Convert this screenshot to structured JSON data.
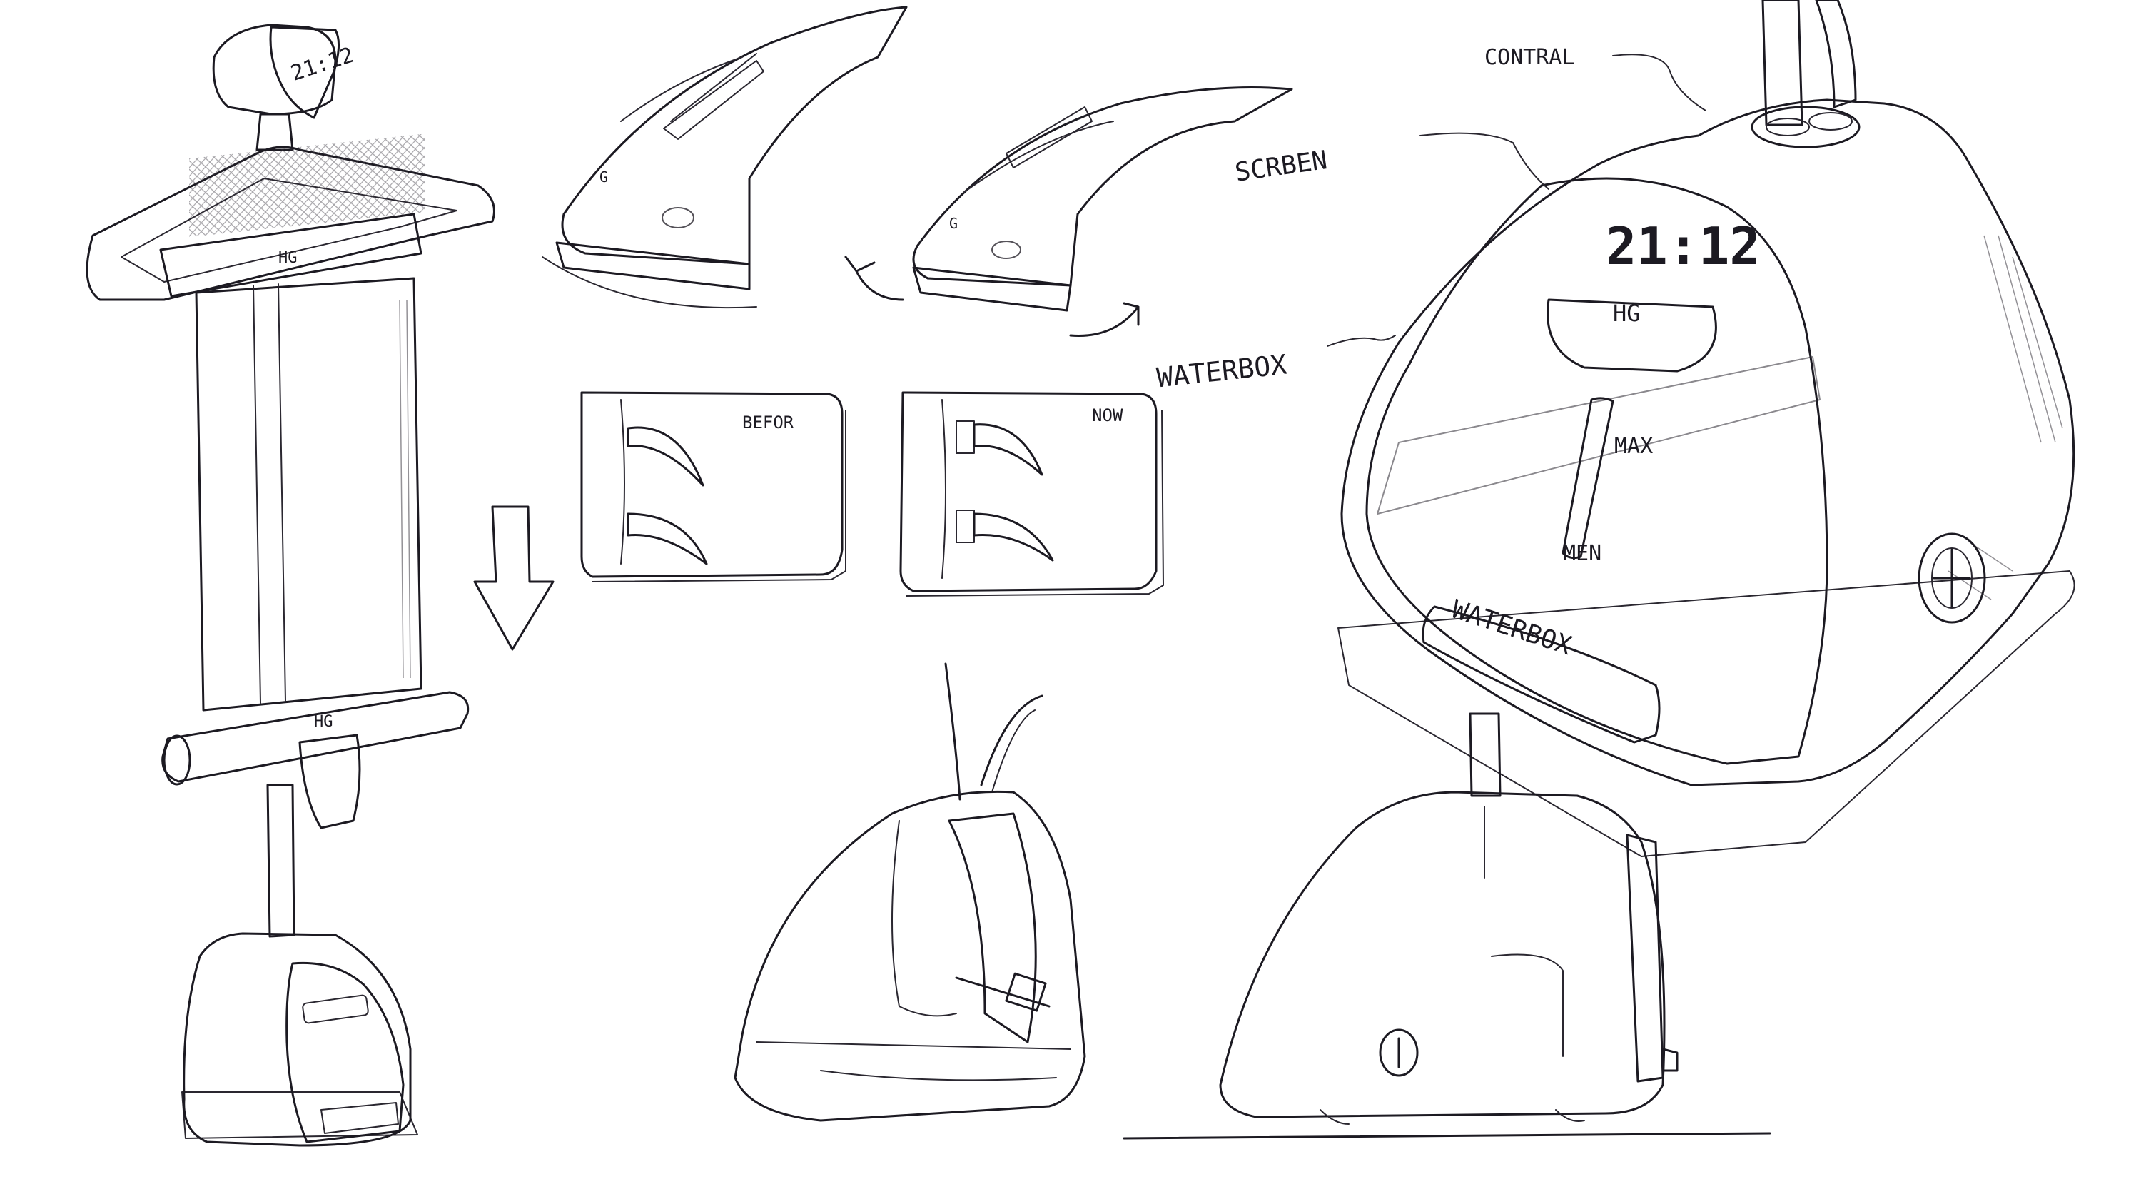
{
  "labels": {
    "control": "CONTRAL",
    "screen": "SCRBEN",
    "waterbox": "WATERBOX",
    "before": "BEFOR",
    "now": "NOW",
    "max": "MAX",
    "min": "MEN",
    "display_time": "21:12",
    "brand": "HG",
    "hook_brand": "G",
    "tank_label": "WATERBOX",
    "small_display": "21:12"
  },
  "colors": {
    "accent_purple": "#5b2a7e",
    "deep_purple": "#3a1652",
    "light_purple": "#8d5fb0",
    "ink": "#1c1a22",
    "shadow_gray": "#d9d6dc"
  }
}
